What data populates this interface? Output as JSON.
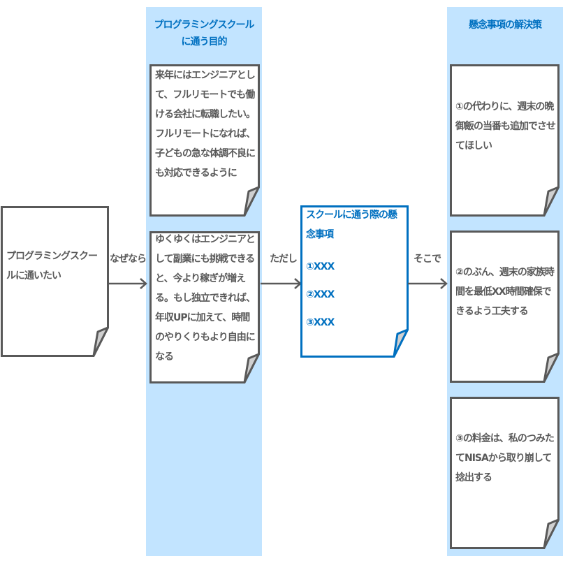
{
  "colors": {
    "column_bg": "#C2E4FF",
    "accent_blue": "#0070C0",
    "text_gray": "#595959",
    "border_gray": "#595959",
    "fold_fill": "#D0D0D0"
  },
  "start_box": {
    "text": "プログラミングスクールに通いたい"
  },
  "connectors": {
    "because": "なぜなら",
    "however": "ただし",
    "therefore": "そこで"
  },
  "purpose_column": {
    "title": "プログラミングスクールに通う目的",
    "notes": [
      {
        "text": "来年にはエンジニアとして、フルリモートでも働ける会社に転職したい。フルリモートになれば、子どもの急な体調不良にも対応できるように"
      },
      {
        "text": "ゆくゆくはエンジニアとして副業にも挑戦できると、今より稼ぎが増える。もし独立できれば、年収UPに加えて、時間のやりくりもより自由になる"
      }
    ]
  },
  "concerns_box": {
    "title": "スクールに通う際の懸念事項",
    "items": [
      "①XXX",
      "②XXX",
      "③XXX"
    ]
  },
  "solution_column": {
    "title": "懸念事項の解決策",
    "notes": [
      {
        "text": "①の代わりに、週末の晩御飯の当番も追加でさせてほしい"
      },
      {
        "text": "②のぶん、週末の家族時間を最低XX時間確保できるよう工夫する"
      },
      {
        "text": "③の料金は、私のつみたてNISAから取り崩して捻出する"
      }
    ]
  }
}
